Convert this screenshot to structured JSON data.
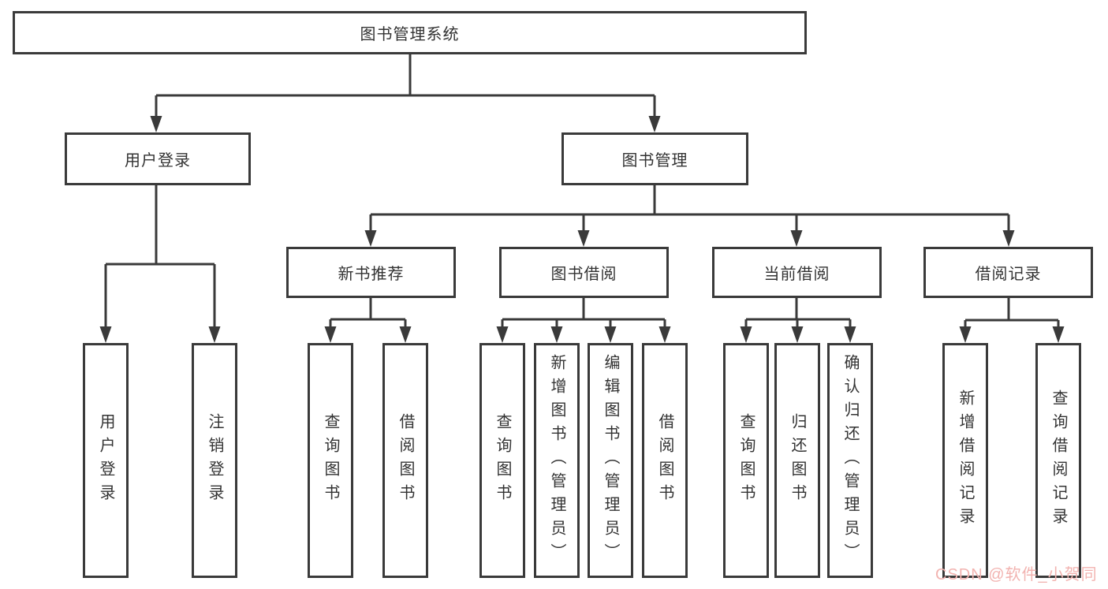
{
  "tree": {
    "label": "图书管理系统",
    "children": [
      {
        "label": "用户登录",
        "children": [
          {
            "label": "用户登录"
          },
          {
            "label": "注销登录"
          }
        ]
      },
      {
        "label": "图书管理",
        "children": [
          {
            "label": "新书推荐",
            "children": [
              {
                "label": "查询图书"
              },
              {
                "label": "借阅图书"
              }
            ]
          },
          {
            "label": "图书借阅",
            "children": [
              {
                "label": "查询图书"
              },
              {
                "label": "新增图书（管理员）"
              },
              {
                "label": "编辑图书（管理员）"
              },
              {
                "label": "借阅图书"
              }
            ]
          },
          {
            "label": "当前借阅",
            "children": [
              {
                "label": "查询图书"
              },
              {
                "label": "归还图书"
              },
              {
                "label": "确认归还（管理员）"
              }
            ]
          },
          {
            "label": "借阅记录",
            "children": [
              {
                "label": "新增借阅记录"
              },
              {
                "label": "查询借阅记录"
              }
            ]
          }
        ]
      }
    ]
  },
  "watermark": {
    "text": "CSDN @软件_小贺同学"
  },
  "colors": {
    "line": "#3a3a3a",
    "text": "#333333",
    "box_background": "#ffffff",
    "watermark": "#f2b3b0"
  }
}
